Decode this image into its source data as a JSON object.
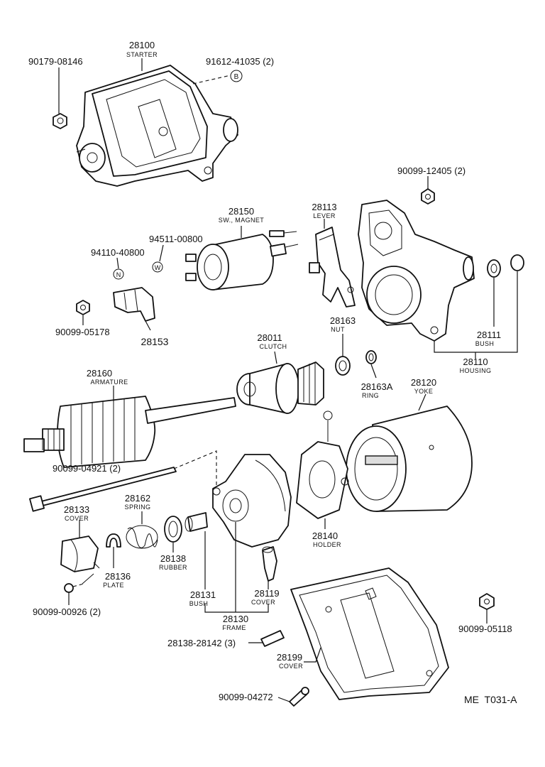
{
  "diagram_code": "ME  T031-A",
  "callouts": {
    "b_marker": "B",
    "n_marker": "N",
    "w_marker": "W"
  },
  "labels": {
    "p90179": "90179-08146",
    "p28100": "28100",
    "p28100_name": "STARTER",
    "p91612": "91612-41035 (2)",
    "p90099_12405": "90099-12405 (2)",
    "p28150": "28150",
    "p28150_name": "SW., MAGNET",
    "p94511": "94511-00800",
    "p94110": "94110-40800",
    "p28113": "28113",
    "p28113_name": "LEVER",
    "p90099_05178": "90099-05178",
    "p28153": "28153",
    "p28011": "28011",
    "p28011_name": "CLUTCH",
    "p28163": "28163",
    "p28163_name": "NUT",
    "p28111": "28111",
    "p28111_name": "BUSH",
    "p28110": "28110",
    "p28110_name": "HOUSING",
    "p28160": "28160",
    "p28160_name": "ARMATURE",
    "p28163a": "28163A",
    "p28163a_name": "RING",
    "p28120": "28120",
    "p28120_name": "YOKE",
    "p90099_04921": "90099-04921 (2)",
    "p28162": "28162",
    "p28162_name": "SPRING",
    "p28133": "28133",
    "p28133_name": "COVER",
    "p28138": "28138",
    "p28138_name": "RUBBER",
    "p28140": "28140",
    "p28140_name": "HOLDER",
    "p28136": "28136",
    "p28136_name": "PLATE",
    "p28131": "28131",
    "p28131_name": "BUSH",
    "p28119": "28119",
    "p28119_name": "COVER",
    "p90099_00926": "90099-00926 (2)",
    "p28130": "28130",
    "p28130_name": "FRAME",
    "p28138_range": "28138-28142 (3)",
    "p28199": "28199",
    "p28199_name": "COVER",
    "p90099_05118": "90099-05118",
    "p90099_04272": "90099-04272"
  }
}
